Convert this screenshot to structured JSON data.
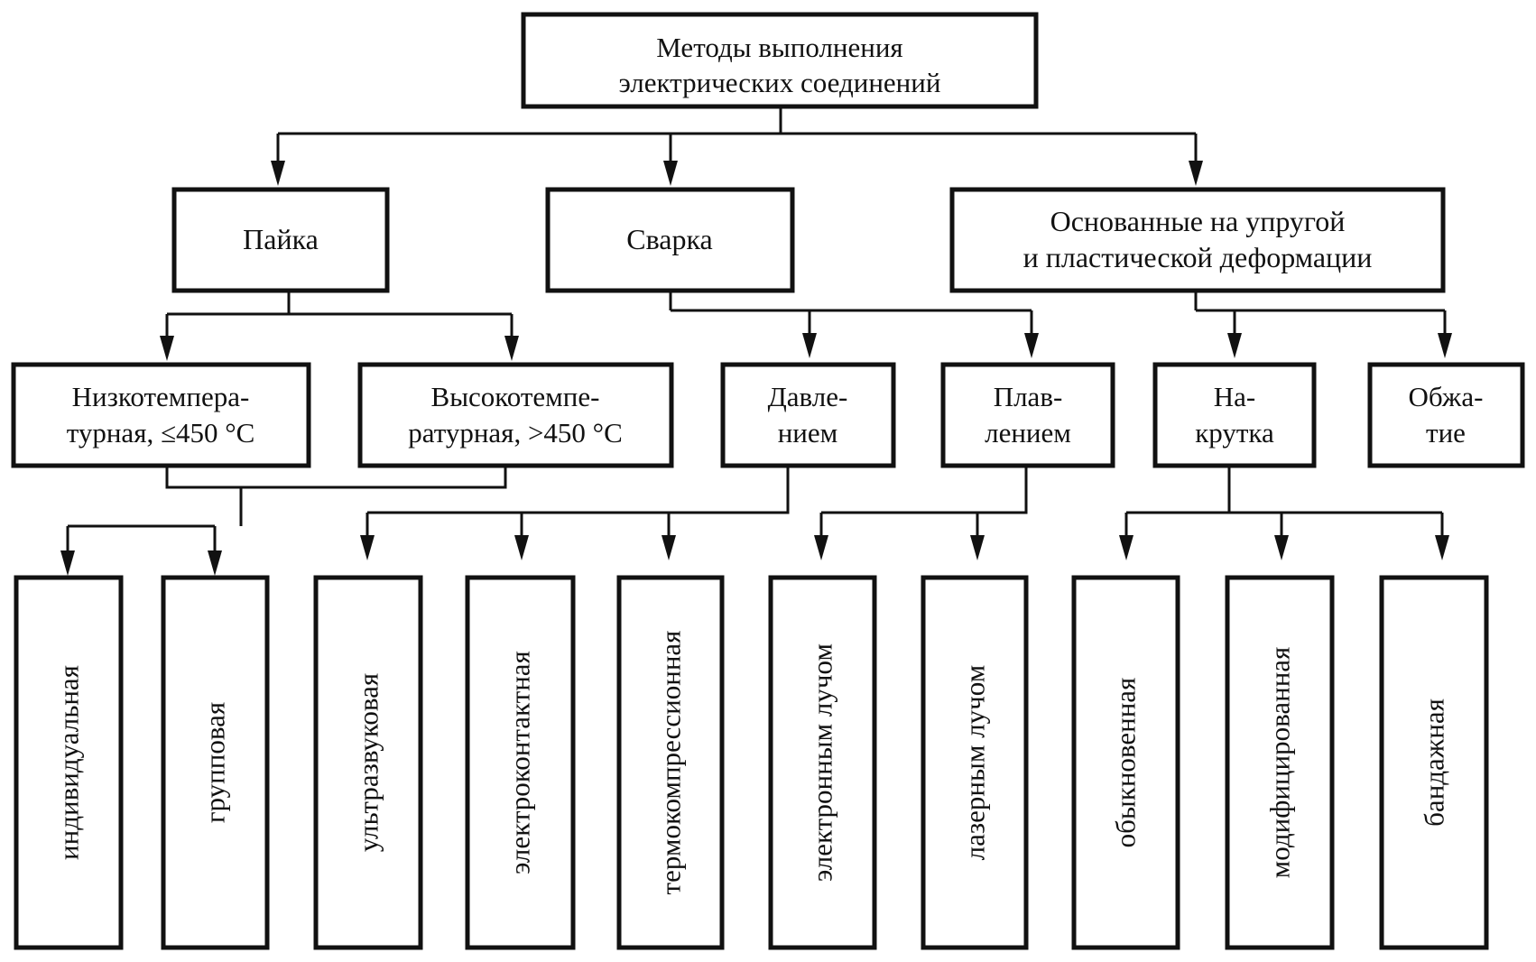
{
  "root": {
    "line1": "Методы выполнения",
    "line2": "электрических соединений"
  },
  "level1": {
    "soldering": "Пайка",
    "welding": "Сварка",
    "deformation": {
      "line1": "Основанные на упругой",
      "line2": "и пластической деформации"
    }
  },
  "level2": {
    "low_temp": {
      "line1": "Низкотемпера-",
      "line2": "турная, ≤450 °С"
    },
    "high_temp": {
      "line1": "Высокотемпе-",
      "line2": "ратурная, >450 °С"
    },
    "pressure": {
      "line1": "Давле-",
      "line2": "нием"
    },
    "melting": {
      "line1": "Плав-",
      "line2": "лением"
    },
    "wrapping": {
      "line1": "На-",
      "line2": "крутка"
    },
    "crimping": {
      "line1": "Обжа-",
      "line2": "тие"
    }
  },
  "level3": {
    "individual": "индивидуальная",
    "group": "групповая",
    "ultrasonic": "ультразвуковая",
    "electrocontact": "электроконтактная",
    "thermocompression": "термокомпрессионная",
    "electron_beam": "электронным лучом",
    "laser_beam": "лазерным лучом",
    "ordinary": "обыкновенная",
    "modified": "модифицированная",
    "bandage": "бандажная"
  }
}
